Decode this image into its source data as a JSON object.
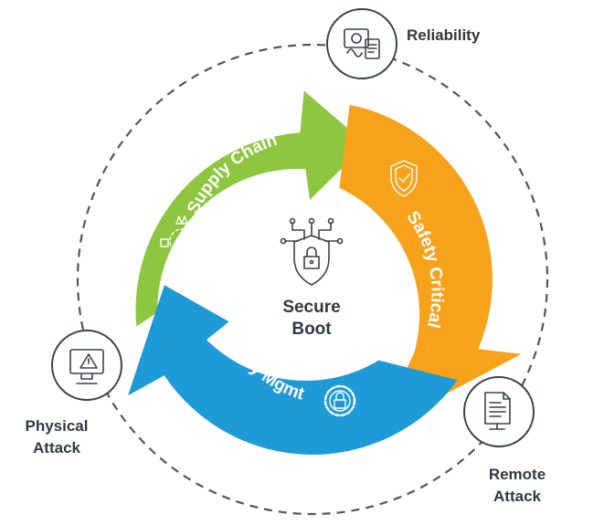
{
  "center": {
    "line1": "Secure",
    "line2": "Boot",
    "icon": "shield-lock-circuit-icon"
  },
  "segments": [
    {
      "id": "supply-chain",
      "label": "Supply Chain",
      "color": "#8dc63f",
      "icon": "supply-chain-network-icon"
    },
    {
      "id": "safety-critical",
      "label": "Safety Critical",
      "color": "#f7a21b",
      "icon": "shield-check-icon"
    },
    {
      "id": "key-mgmt",
      "label": "Key Mgmt",
      "color": "#1e9ad6",
      "icon": "lock-gear-icon"
    }
  ],
  "outer_nodes": [
    {
      "id": "reliability",
      "label_lines": [
        "Reliability"
      ],
      "icon": "reliability-devices-icon"
    },
    {
      "id": "remote-attack",
      "label_lines": [
        "Remote",
        "Attack"
      ],
      "icon": "server-document-icon"
    },
    {
      "id": "physical-attack",
      "label_lines": [
        "Physical",
        "Attack"
      ],
      "icon": "monitor-alert-icon"
    }
  ],
  "colors": {
    "outer_ring": "#555555",
    "text_dark": "#2f3a40"
  }
}
